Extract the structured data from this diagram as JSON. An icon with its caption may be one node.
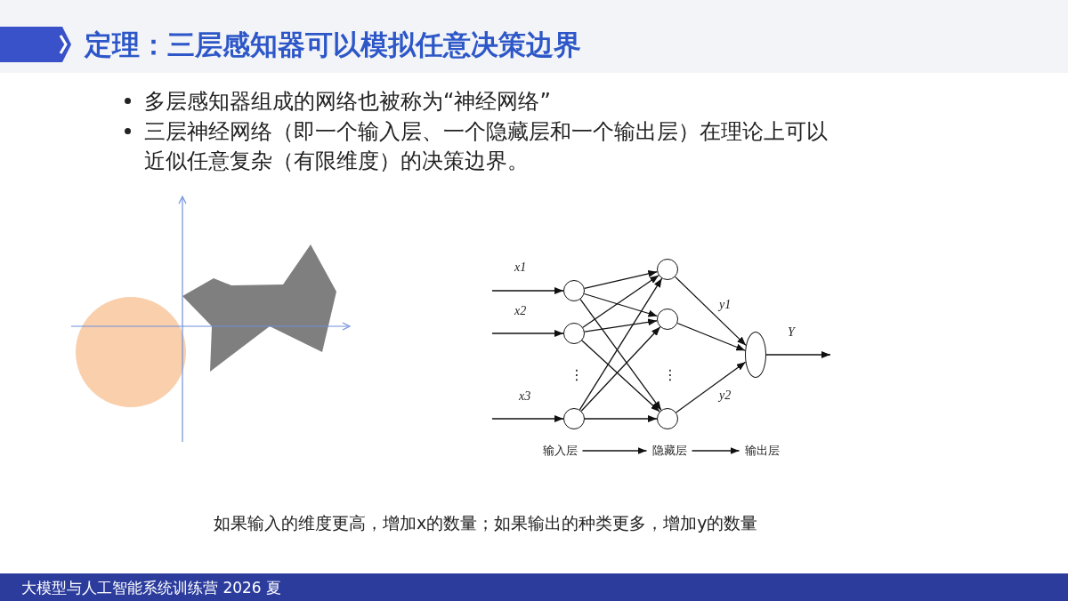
{
  "diagram": {
    "title": "定理：三层感知器可以模拟任意决策边界",
    "nodes": [
      {
        "text": [],
        "shape": "circle"
      },
      {
        "text": [],
        "shape": "circle"
      },
      {
        "text": [],
        "shape": "circle"
      },
      {
        "text": [],
        "shape": "circle"
      },
      {
        "text": [],
        "shape": "circle"
      },
      {
        "text": [],
        "shape": "circle"
      },
      {
        "text": [],
        "shape": "circle"
      },
      {
        "text": [
          "输入层"
        ]
      },
      {
        "text": [
          "隐藏层"
        ]
      },
      {
        "text": [
          "输出层"
        ]
      }
    ],
    "edges": [
      {
        "from": null,
        "to": 0,
        "arrow": "to",
        "label": "x1"
      },
      {
        "from": null,
        "to": 1,
        "arrow": "to",
        "label": "x2"
      },
      {
        "from": null,
        "to": 2,
        "arrow": "to",
        "label": "x3"
      },
      {
        "from": 0,
        "to": 3,
        "arrow": "to"
      },
      {
        "from": 0,
        "to": 4,
        "arrow": "to"
      },
      {
        "from": 0,
        "to": 5,
        "arrow": "to"
      },
      {
        "from": 1,
        "to": 3,
        "arrow": "to"
      },
      {
        "from": 1,
        "to": 4,
        "arrow": "to"
      },
      {
        "from": 1,
        "to": 5,
        "arrow": "to"
      },
      {
        "from": 2,
        "to": 3,
        "arrow": "to"
      },
      {
        "from": 2,
        "to": 4,
        "arrow": "to"
      },
      {
        "from": 2,
        "to": 5,
        "arrow": "to"
      },
      {
        "from": 3,
        "to": 6,
        "arrow": "to",
        "label": "y1"
      },
      {
        "from": 4,
        "to": 6,
        "arrow": "to"
      },
      {
        "from": 5,
        "to": 6,
        "arrow": "to",
        "label": "y2"
      },
      {
        "from": 6,
        "to": null,
        "arrow": "to",
        "label": "Y"
      },
      {
        "from": 7,
        "to": 8,
        "arrow": "to"
      },
      {
        "from": 8,
        "to": 9,
        "arrow": "to"
      }
    ],
    "labels": [
      "多层感知器组成的网络也被称为“神经网络”",
      "三层神经网络（即一个输入层、一个隐藏层和一个输出层）在理论上可以近似任意复杂（有限维度）的决策边界。",
      "⋮",
      "⋮",
      "如果输入的维度更高，增加x的数量；如果输出的种类更多，增加y的数量",
      "大模型与人工智能系统训练营 2026 夏"
    ]
  }
}
